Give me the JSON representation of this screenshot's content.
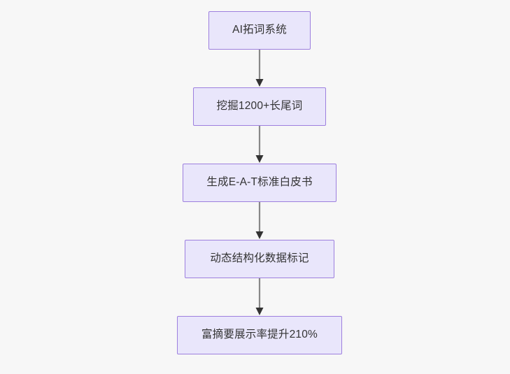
{
  "diagram": {
    "type": "flowchart",
    "orientation": "top-to-bottom",
    "background_color": "#f7f7f7",
    "node_fill_color": "#e9e6fb",
    "node_border_color": "#9d7fde",
    "node_text_color": "#333333",
    "edge_line_color": "#888888",
    "edge_arrow_color": "#333333",
    "nodes": [
      {
        "id": "n1",
        "label": "AI拓词系统"
      },
      {
        "id": "n2",
        "label": "挖掘1200+长尾词"
      },
      {
        "id": "n3",
        "label": "生成E-A-T标准白皮书"
      },
      {
        "id": "n4",
        "label": "动态结构化数据标记"
      },
      {
        "id": "n5",
        "label": "富摘要展示率提升210%"
      }
    ],
    "edges": [
      {
        "from": "n1",
        "to": "n2",
        "label": ""
      },
      {
        "from": "n2",
        "to": "n3",
        "label": ""
      },
      {
        "from": "n3",
        "to": "n4",
        "label": ""
      },
      {
        "from": "n4",
        "to": "n5",
        "label": ""
      }
    ]
  }
}
